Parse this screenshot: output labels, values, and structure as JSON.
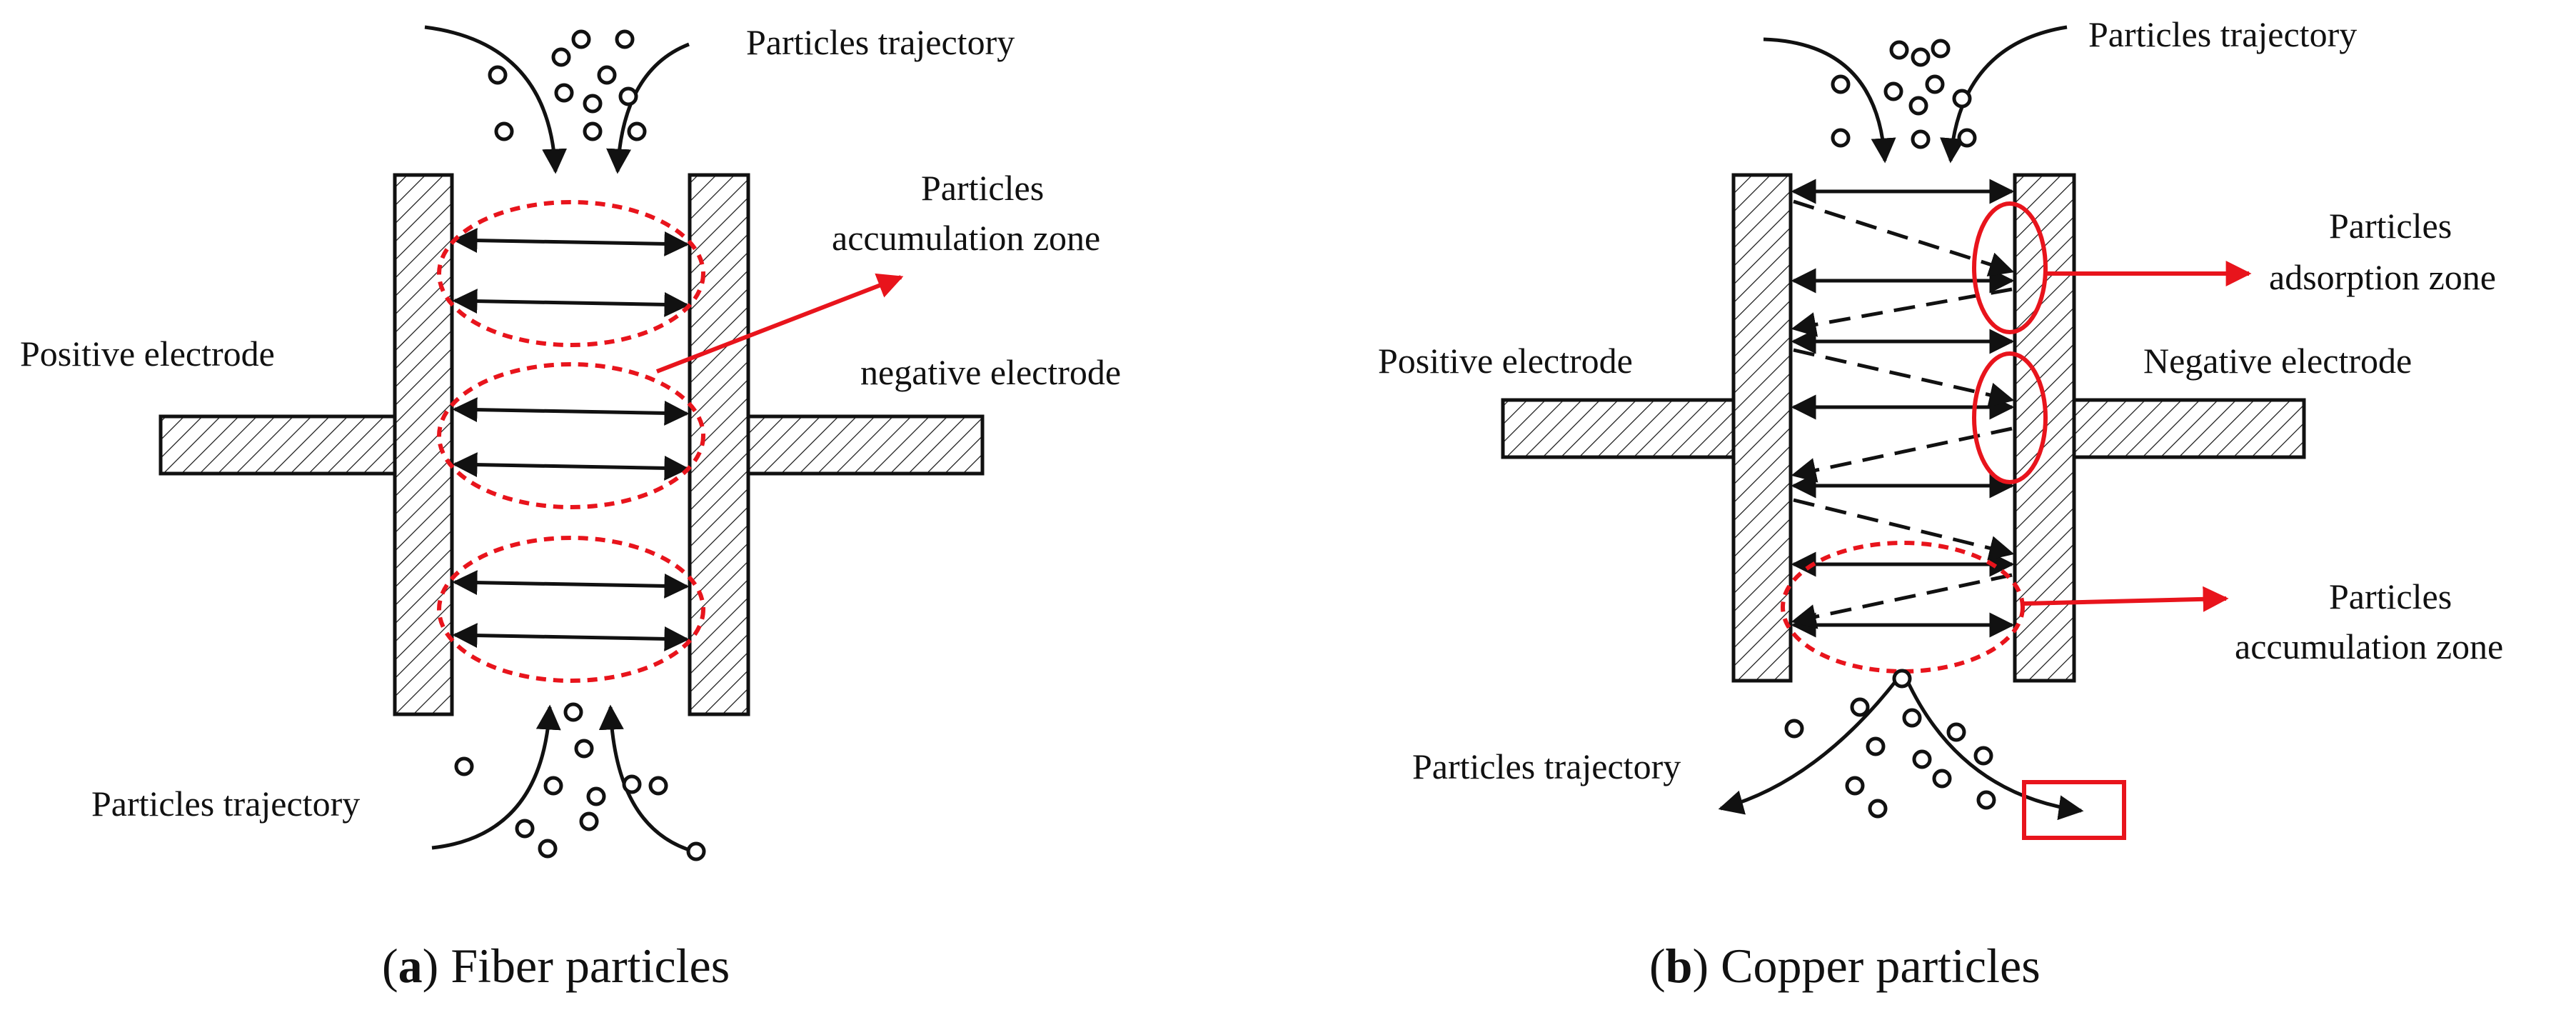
{
  "panel_a": {
    "labels": {
      "trajectory_top": "Particles trajectory",
      "accum_line1": "Particles",
      "accum_line2": "accumulation zone",
      "positive": "Positive electrode",
      "negative": "negative electrode",
      "trajectory_bottom": "Particles trajectory"
    },
    "caption": {
      "letter": "a",
      "text": "Fiber particles"
    }
  },
  "panel_b": {
    "labels": {
      "trajectory_top": "Particles trajectory",
      "adsorption_line1": "Particles",
      "adsorption_line2": "adsorption zone",
      "positive": "Positive electrode",
      "negative": "Negative electrode",
      "accum_line1": "Particles",
      "accum_line2": "accumulation zone",
      "trajectory_bottom": "Particles trajectory"
    },
    "caption": {
      "letter": "b",
      "text": "Copper particles"
    }
  },
  "colors": {
    "ink": "#111111",
    "accent": "#e8141c"
  }
}
